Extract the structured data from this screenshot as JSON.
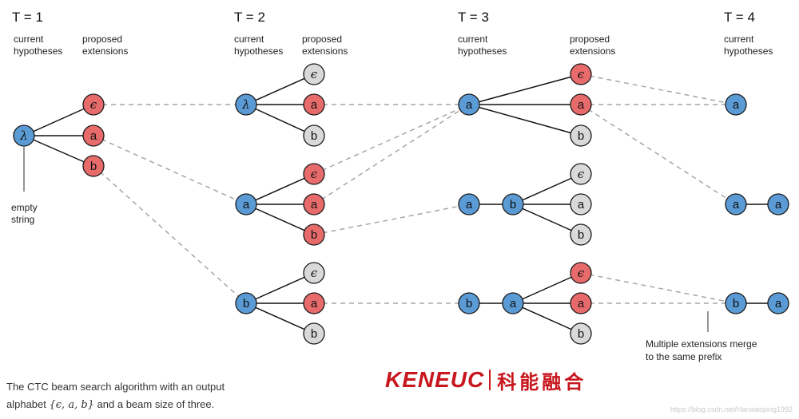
{
  "columns": [
    {
      "title": "T = 1",
      "hyp": "current\nhypotheses",
      "ext": "proposed\nextensions"
    },
    {
      "title": "T = 2",
      "hyp": "current\nhypotheses",
      "ext": "proposed\nextensions"
    },
    {
      "title": "T = 3",
      "hyp": "current\nhypotheses",
      "ext": "proposed\nextensions"
    },
    {
      "title": "T = 4",
      "hyp": "current\nhypotheses",
      "ext": ""
    }
  ],
  "notes": {
    "empty_string": "empty\nstring",
    "merge": "Multiple extensions merge\nto the same prefix"
  },
  "caption": {
    "line1": "The CTC beam search algorithm with an output",
    "line2_pre": "alphabet ",
    "line2_math": "{ϵ, a, b}",
    "line2_post": " and a beam size of three."
  },
  "logo": {
    "mark": "KENEUC",
    "cn": "科能融合"
  },
  "watermark": "https://blog.csdn.net/Hanxiaoping1992",
  "colors": {
    "blue": "#5b9bd5",
    "red": "#e86b6b",
    "gray": "#d9d9d9",
    "edge": "#111111",
    "dash": "#a6a6a6"
  },
  "symbols": {
    "lambda": "λ",
    "epsilon": "ϵ",
    "a": "a",
    "b": "b"
  },
  "node_fill_names": {
    "blue": "current hypothesis",
    "red": "kept extension",
    "gray": "pruned extension"
  }
}
